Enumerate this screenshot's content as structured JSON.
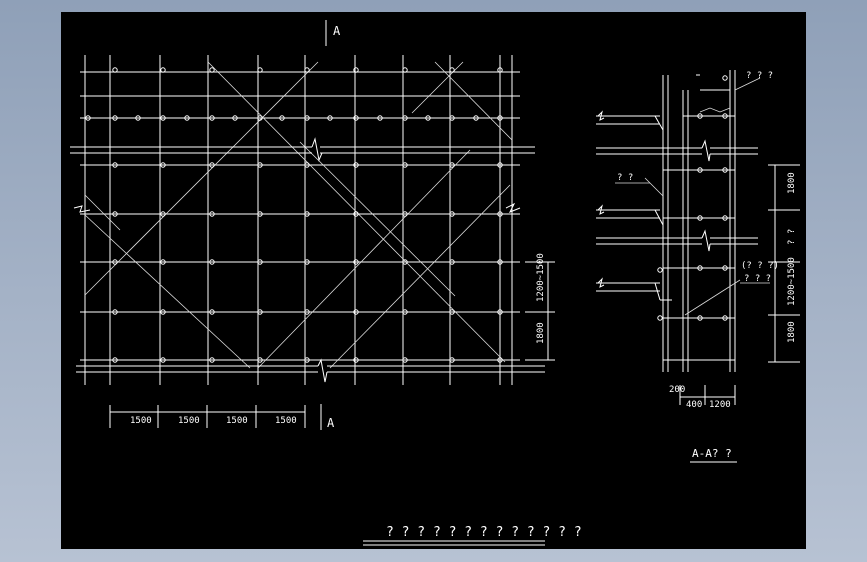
{
  "elevation": {
    "section_mark_top": "A",
    "section_mark_bottom": "A",
    "spacing_labels": [
      "1500",
      "1500",
      "1500",
      "1500"
    ],
    "height_labels": [
      "1200~1500",
      "1800"
    ]
  },
  "section": {
    "title": "A-A? ?",
    "callout_top": "? ? ?",
    "callout_left": "? ?",
    "callout_mid": "(? ? ?)",
    "callout_mid2": "? ? ?",
    "height_labels": [
      "1800",
      "? ?",
      "1200~1500",
      "1800"
    ],
    "width_labels": [
      "400",
      "1200"
    ],
    "base_label": "200"
  },
  "drawing_title": "? ? ? ? ? ? ? ? ? ? ? ? ?"
}
